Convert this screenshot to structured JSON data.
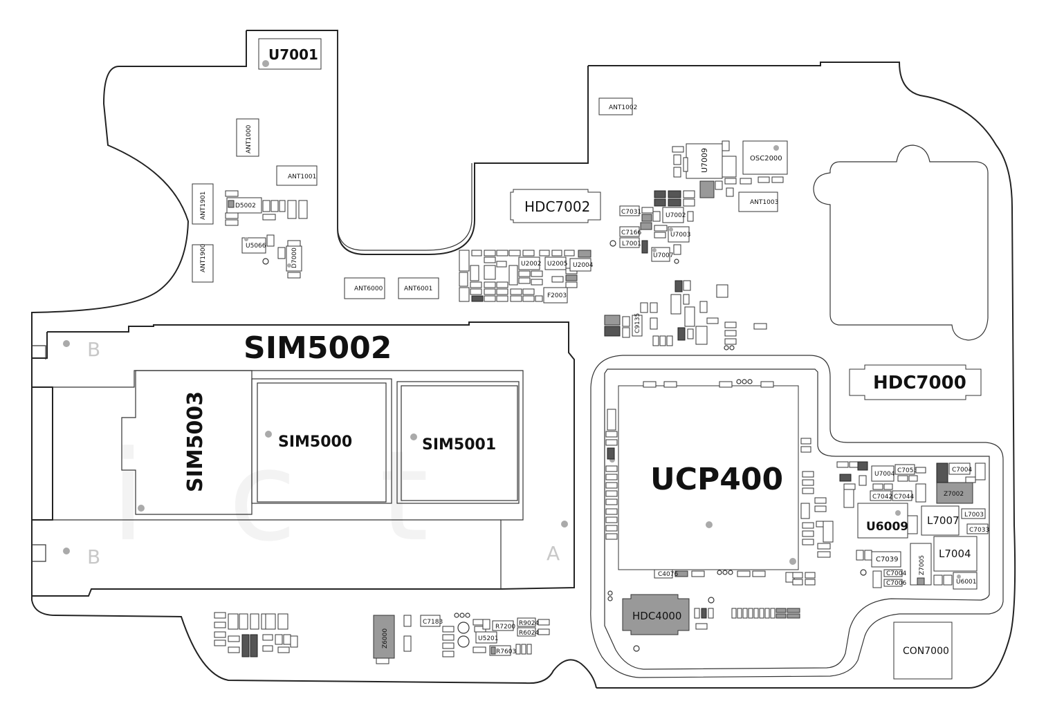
{
  "board": {
    "major": {
      "sim5002": "SIM5002",
      "sim5003": "SIM5003",
      "sim5000": "SIM5000",
      "sim5001": "SIM5001",
      "ucp400": "UCP400",
      "hdc7002": "HDC7002",
      "hdc7000": "HDC7000",
      "hdc4000": "HDC4000",
      "u7001": "U7001",
      "con7000": "CON7000",
      "osc2000": "OSC2000",
      "u6009": "U6009",
      "l7007": "L7007",
      "l7004": "L7004",
      "z7002": "Z7002"
    },
    "side_letters": [
      "B",
      "B",
      "A"
    ],
    "antennas": {
      "ant1000": "ANT1000",
      "ant1001": "ANT1001",
      "ant1002": "ANT1002",
      "ant1003": "ANT1003",
      "ant1901": "ANT1901",
      "ant1900": "ANT1900",
      "ant6000": "ANT6000",
      "ant6001": "ANT6001"
    },
    "small": {
      "d5002": "D5002",
      "u5066": "U5066",
      "d7000": "D7000",
      "u7009": "U7009",
      "u7002": "U7002",
      "u7003": "U7003",
      "u7007": "U7007",
      "c7031": "C7031",
      "c7166": "C7166",
      "l7001": "L7001",
      "u2002": "U2002",
      "u2005": "U2005",
      "u2004": "U2004",
      "f2003": "F2003",
      "c4076": "C4076",
      "u7004": "U7004",
      "c7053": "C7053",
      "c7004": "C7004",
      "c7042": "C7042",
      "c7044": "C7044",
      "l7003": "L7003",
      "c7033": "C7033",
      "c7039": "C7039",
      "z7005": "Z7005",
      "u6001": "U6001",
      "c7004b": "C7004",
      "c7006": "C7006",
      "c7183": "C7183",
      "r7200": "R7200",
      "r9024": "R9024",
      "r6024": "R6024",
      "u5201": "U5201",
      "r7603": "R7603",
      "z6000": "Z6000",
      "c9135": "C9135"
    }
  }
}
